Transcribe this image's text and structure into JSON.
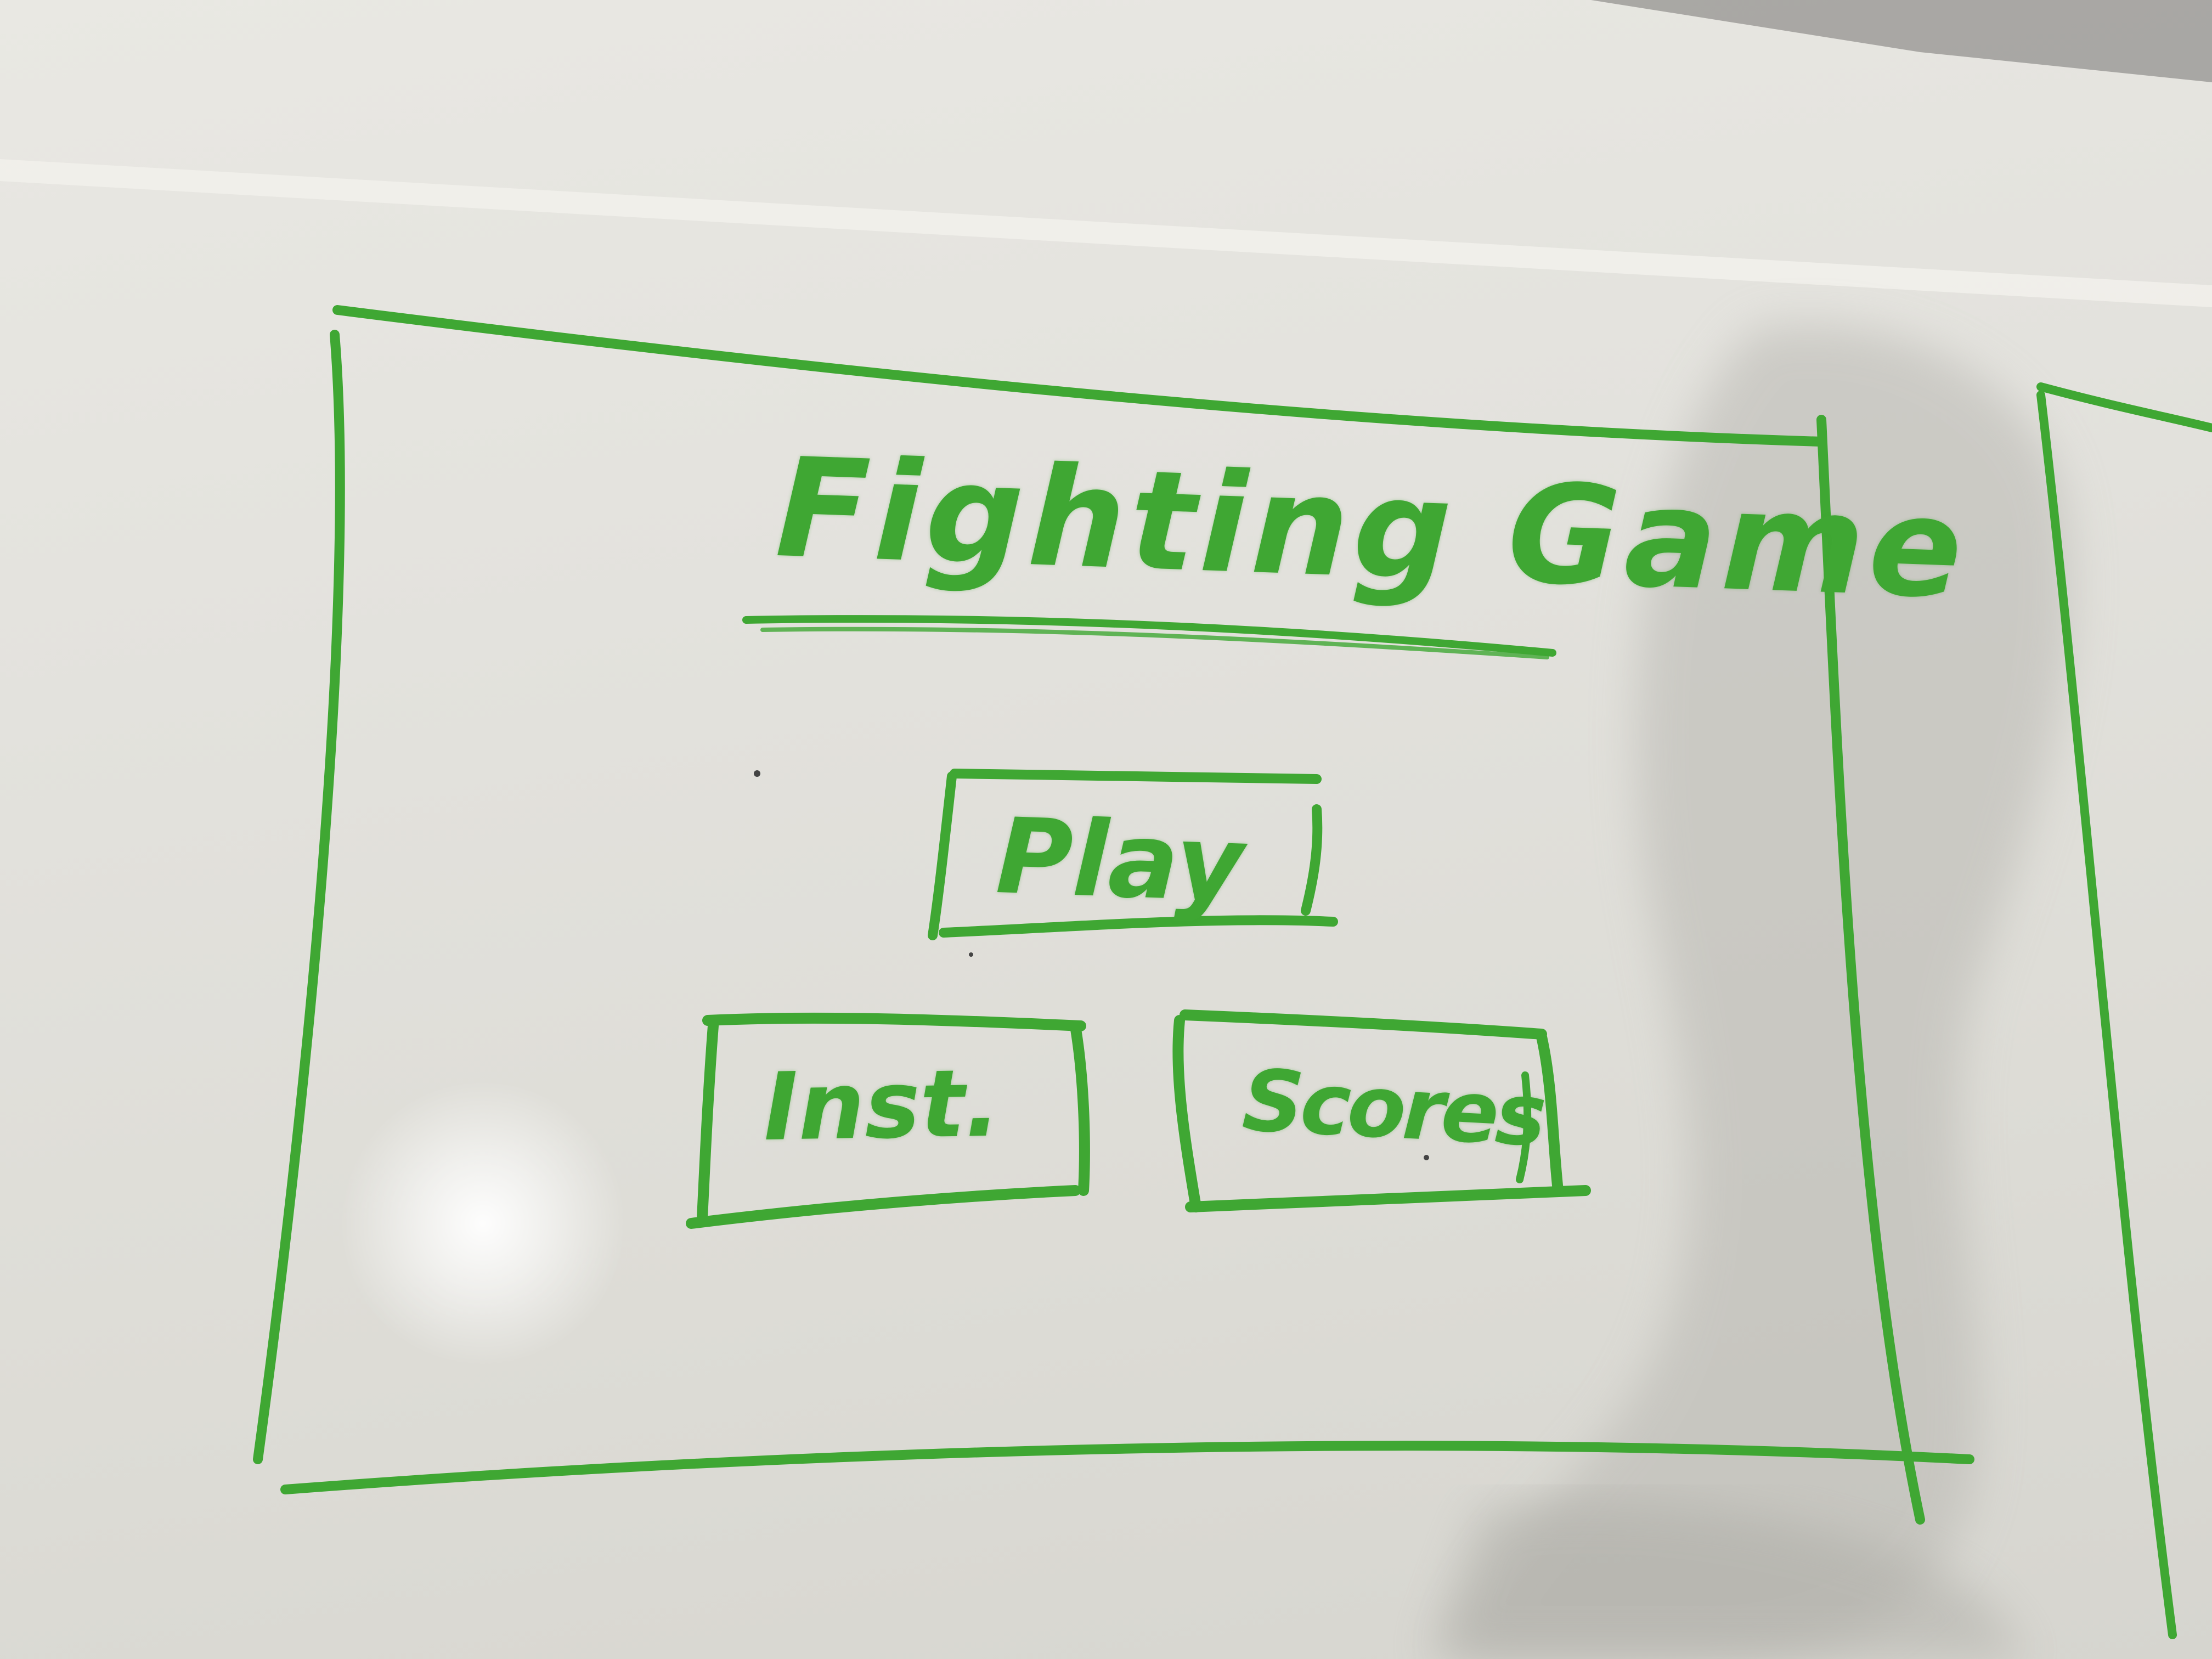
{
  "board": {
    "title": "Fighting Game",
    "buttons": {
      "play": "Play",
      "instructions": "Inst.",
      "scores": "Scores"
    }
  },
  "colors": {
    "marker": "#3fa733",
    "whiteboard": "#e4e3de",
    "shadow": "#b9b8b2"
  }
}
